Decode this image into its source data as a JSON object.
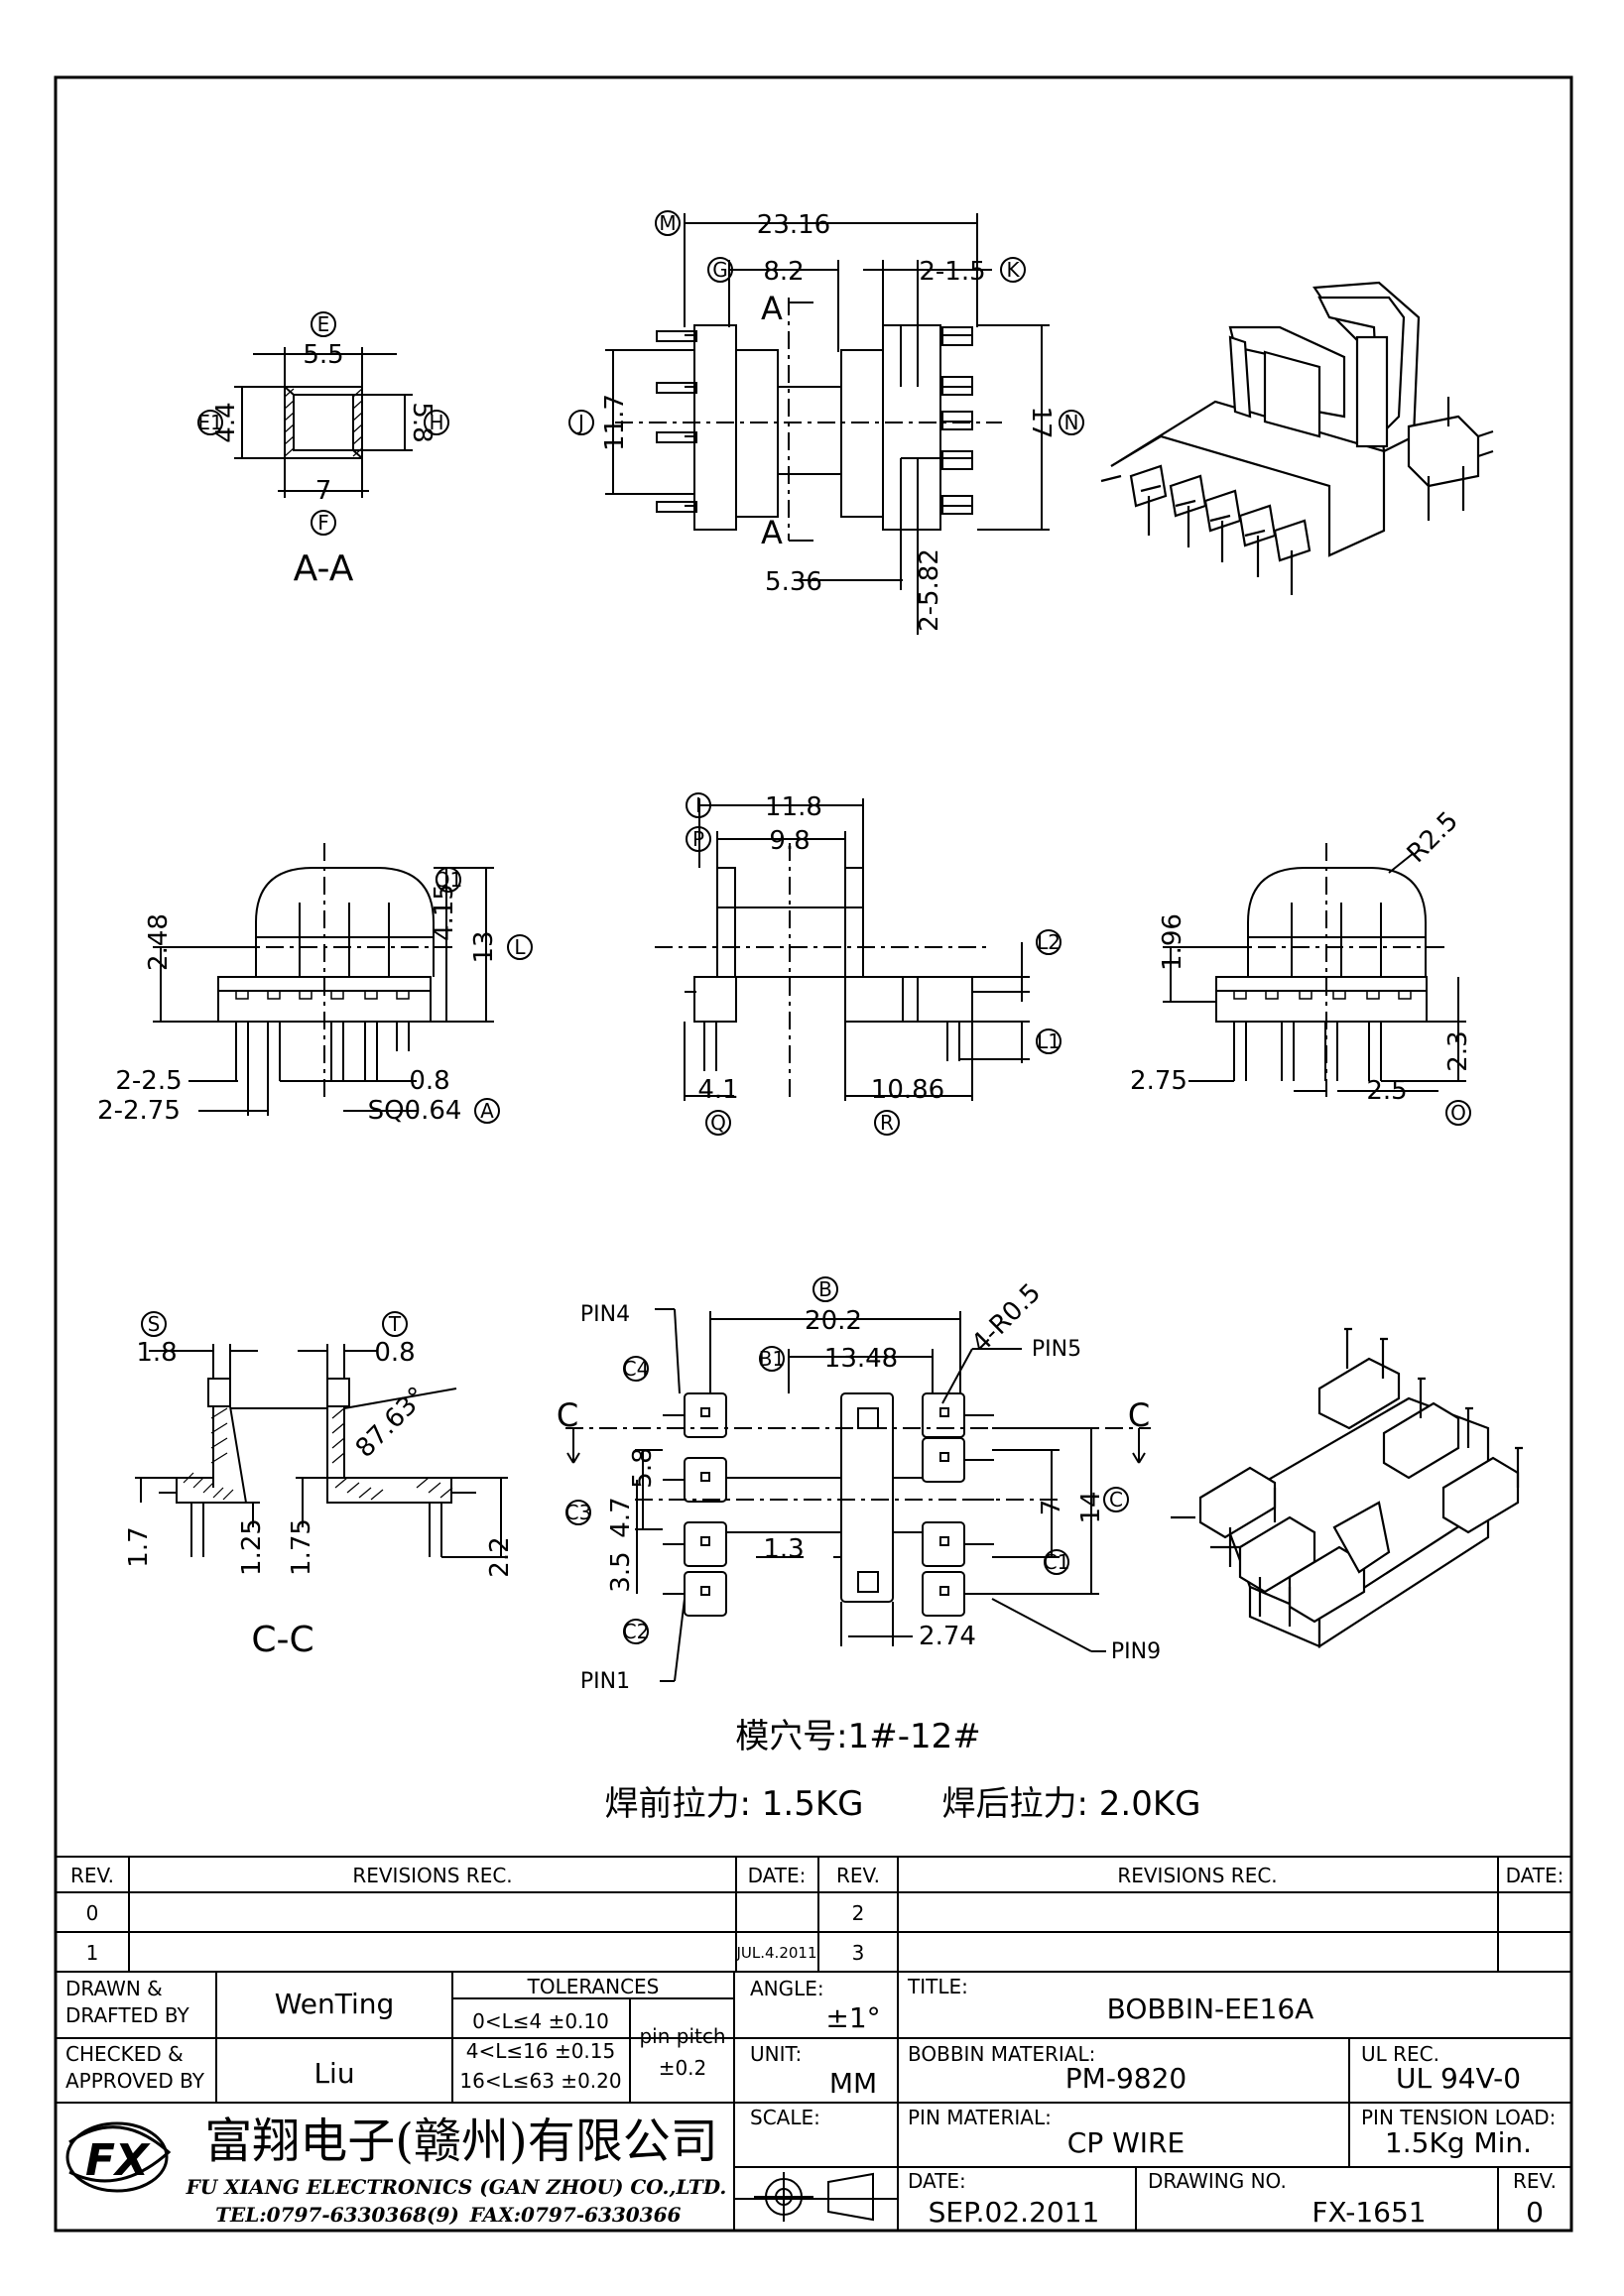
{
  "views": {
    "section_aa": {
      "label": "A-A",
      "dims": [
        "5.5",
        "4.4",
        "5.8",
        "7"
      ],
      "markers": [
        "E",
        "E1",
        "H",
        "F"
      ]
    },
    "top_view": {
      "dims": [
        "23.16",
        "8.2",
        "2-1.5",
        "11.7",
        "17",
        "5.36",
        "2-5.82"
      ],
      "markers": [
        "M",
        "G",
        "K",
        "J",
        "N"
      ],
      "section_mark": "A"
    },
    "front_view": {
      "dims": [
        "2.48",
        "4.15",
        "13",
        "2-2.5",
        "0.8",
        "2-2.75",
        "SQ0.64"
      ],
      "markers": [
        "O1",
        "L",
        "A"
      ]
    },
    "side_view": {
      "dims": [
        "11.8",
        "9.8",
        "4.1",
        "10.86"
      ],
      "markers": [
        "I",
        "P",
        "L2",
        "L1",
        "Q",
        "R"
      ]
    },
    "right_view": {
      "dims": [
        "R2.5",
        "1.96",
        "2.75",
        "2.5",
        "2.3"
      ],
      "markers": [
        "O"
      ]
    },
    "section_cc": {
      "label": "C-C",
      "dims": [
        "1.8",
        "0.8",
        "87.63°",
        "1.7",
        "1.25",
        "1.75",
        "2.2"
      ],
      "markers": [
        "S",
        "T"
      ]
    },
    "bottom_view": {
      "dims": [
        "20.2",
        "13.48",
        "4-R0.5",
        "5.8",
        "4.7",
        "3.5",
        "1.3",
        "7",
        "14",
        "2.74"
      ],
      "markers": [
        "B",
        "B1",
        "C4",
        "C3",
        "C2",
        "C1",
        "C"
      ],
      "pins": [
        "PIN4",
        "PIN5",
        "PIN1",
        "PIN9"
      ],
      "section_mark": "C"
    }
  },
  "notes": {
    "cavity": "模穴号:1#-12#",
    "pull_before": "焊前拉力: 1.5KG",
    "pull_after": "焊后拉力: 2.0KG"
  },
  "title_block": {
    "rev_header": "REV.",
    "revisions_header": "REVISIONS   REC.",
    "date_header": "DATE:",
    "rev_rows": [
      {
        "rev": "0",
        "date": "",
        "rev2": "2"
      },
      {
        "rev": "1",
        "date": "JUL.4.2011",
        "rev2": "3"
      }
    ],
    "drawn_label": "DRAWN  &\nDRAFTED BY",
    "drawn_by": "WenTing",
    "checked_label": "CHECKED &\nAPPROVED BY",
    "checked_by": "Liu",
    "tolerances_label": "TOLERANCES",
    "tolerances": [
      "0<L≤4   ±0.10",
      "4<L≤16  ±0.15",
      "16<L≤63 ±0.20"
    ],
    "pin_pitch_label": "pin pitch",
    "pin_pitch": "±0.2",
    "angle_label": "ANGLE:",
    "angle": "±1°",
    "unit_label": "UNIT:",
    "unit": "MM",
    "scale_label": "SCALE:",
    "title_label": "TITLE:",
    "title": "BOBBIN-EE16A",
    "material_label": "BOBBIN MATERIAL:",
    "material": "PM-9820",
    "ul_label": "UL REC.",
    "ul": "UL 94V-0",
    "pin_material_label": "PIN MATERIAL:",
    "pin_material": "CP WIRE",
    "pin_tension_label": "PIN TENSION LOAD:",
    "pin_tension": "1.5Kg Min.",
    "date_label": "DATE:",
    "date": "SEP.02.2011",
    "drawing_no_label": "DRAWING NO.",
    "drawing_no": "FX-1651",
    "rev_label": "REV.",
    "rev": "0",
    "company_cn": "富翔电子(赣州)有限公司",
    "company_en": "FU XIANG ELECTRONICS (GAN ZHOU) CO.,LTD.",
    "tel": "TEL:0797-6330368(9)",
    "fax": "FAX:0797-6330366",
    "logo": "FX"
  }
}
